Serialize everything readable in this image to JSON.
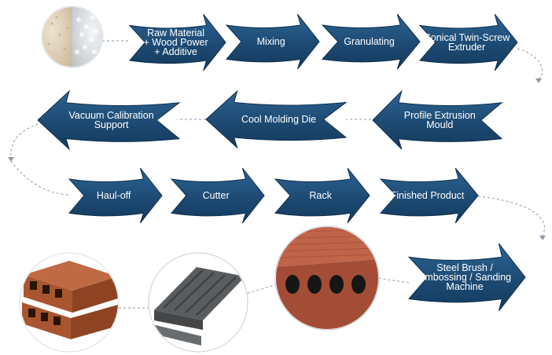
{
  "colors": {
    "arrow_fill": "#1d4a73",
    "arrow_edge": "#0f2f4d",
    "arrow_highlight": "#2d6494",
    "label": "#ffffff",
    "connector": "#8f9aa6"
  },
  "steps": [
    {
      "id": "raw-material",
      "lines": [
        "Raw Material",
        "+ Wood Power",
        "+ Additive"
      ]
    },
    {
      "id": "mixing",
      "lines": [
        "Mixing"
      ]
    },
    {
      "id": "granulating",
      "lines": [
        "Granulating"
      ]
    },
    {
      "id": "conical-twin-screw-extruder",
      "lines": [
        "Conical Twin-Screw",
        "Extruder"
      ]
    },
    {
      "id": "profile-extrusion-mould",
      "lines": [
        "Profile Extrusion",
        "Mould"
      ]
    },
    {
      "id": "cool-molding-die",
      "lines": [
        "Cool Molding Die"
      ]
    },
    {
      "id": "vacuum-calibration-support",
      "lines": [
        "Vacuum Calibration",
        "Support"
      ]
    },
    {
      "id": "haul-off",
      "lines": [
        "Haul-off"
      ]
    },
    {
      "id": "cutter",
      "lines": [
        "Cutter"
      ]
    },
    {
      "id": "rack",
      "lines": [
        "Rack"
      ]
    },
    {
      "id": "finished-product",
      "lines": [
        "Finished Product"
      ]
    },
    {
      "id": "steel-brush-embossing-sanding-machine",
      "lines": [
        "Steel Brush /",
        "Embossing / Sanding",
        "Machine"
      ]
    }
  ],
  "photos": [
    {
      "id": "raw-material-photo",
      "subject": "wood powder and granules"
    },
    {
      "id": "embossed-board-photo",
      "subject": "embossed hollow board end"
    },
    {
      "id": "grey-board-photo",
      "subject": "grey grooved decking board"
    },
    {
      "id": "brown-board-photo",
      "subject": "stacked brown hollow boards"
    }
  ]
}
